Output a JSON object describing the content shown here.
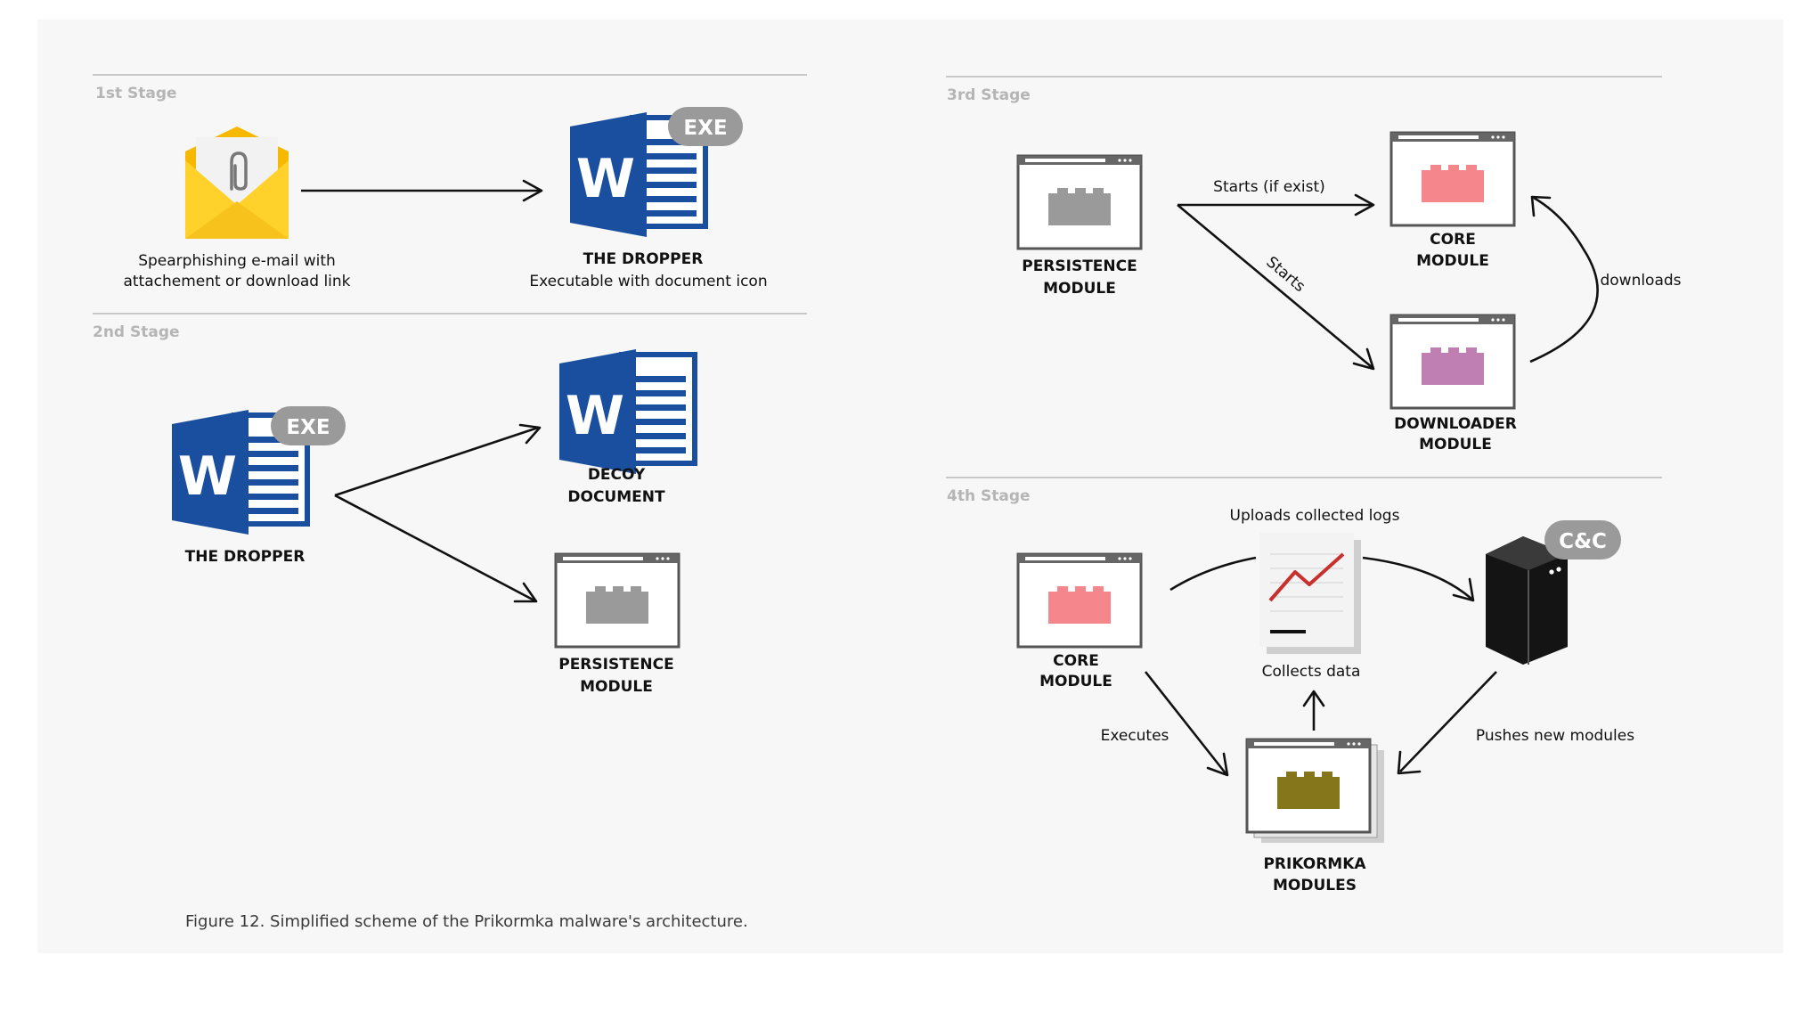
{
  "stages": {
    "stage1": "1st Stage",
    "stage2": "2nd Stage",
    "stage3": "3rd Stage",
    "stage4": "4th Stage"
  },
  "nodes": {
    "email": {
      "line1": "Spearphishing e-mail with",
      "line2": "attachement or download link"
    },
    "dropper1": {
      "title": "THE DROPPER",
      "subtitle": "Executable with document icon",
      "badge": "EXE"
    },
    "dropper2": {
      "title": "THE DROPPER",
      "badge": "EXE"
    },
    "decoy": {
      "line1": "DECOY",
      "line2": "DOCUMENT"
    },
    "persistence2": {
      "line1": "PERSISTENCE",
      "line2": "MODULE"
    },
    "persistence3": {
      "line1": "PERSISTENCE",
      "line2": "MODULE"
    },
    "core3": {
      "line1": "CORE",
      "line2": "MODULE"
    },
    "downloader3": {
      "line1": "DOWNLOADER",
      "line2": "MODULE"
    },
    "core4": {
      "line1": "CORE",
      "line2": "MODULE"
    },
    "logs4": {
      "label": "Collects data"
    },
    "cnc4": {
      "badge": "C&C"
    },
    "prikormka4": {
      "line1": "PRIKORMKA",
      "line2": "MODULES"
    }
  },
  "edges": {
    "starts_if_exist": "Starts (if exist)",
    "starts": "Starts",
    "downloads": "downloads",
    "uploads": "Uploads collected logs",
    "executes": "Executes",
    "pushes": "Pushes new modules"
  },
  "icons": {
    "email": "email-attachment-icon",
    "word": "word-document-icon",
    "module": "module-window-icon",
    "logs": "log-chart-icon",
    "server": "server-icon"
  },
  "colors": {
    "word_blue": "#1a4e9e",
    "email_yellow": "#f5c21a",
    "block_gray": "#9a9a9a",
    "block_pink": "#f4868c",
    "block_purple": "#c07fb3",
    "block_olive": "#85761b",
    "badge_gray": "#9a9a9a",
    "chart_red": "#c8302e"
  },
  "caption": "Figure 12. Simplified scheme of the Prikormka malware's architecture."
}
